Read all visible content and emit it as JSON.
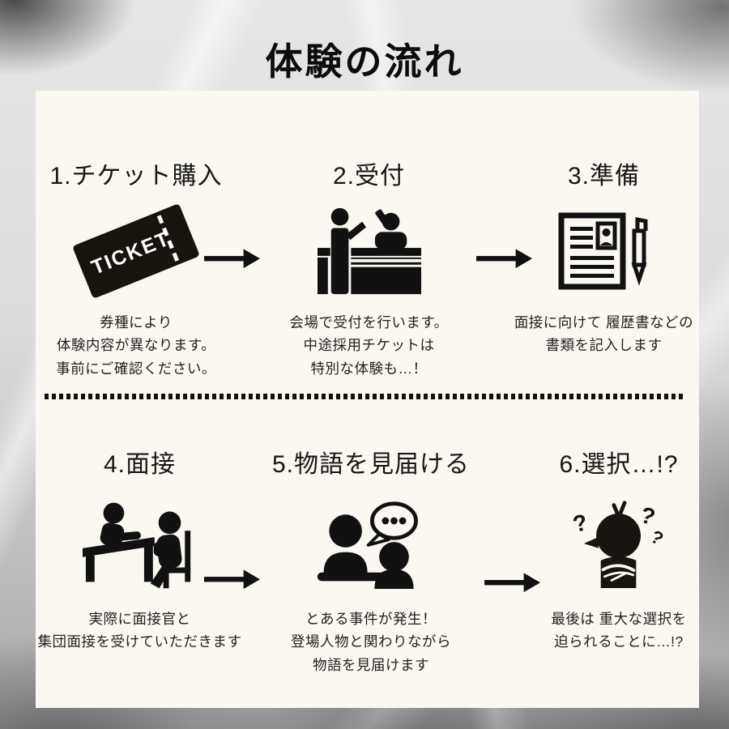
{
  "title": "体験の流れ",
  "ticket_label": "TICKET",
  "question_mark": "?",
  "colors": {
    "panel_bg": "#FAF8F0",
    "ink": "#111111",
    "background_gray": "#D9D9D9"
  },
  "steps": [
    {
      "heading": "1.チケット購入",
      "icon": "ticket-icon",
      "caption": "券種により\n体験内容が異なります。\n事前にご確認ください。"
    },
    {
      "heading": "2.受付",
      "icon": "reception-counter-icon",
      "caption": "会場で受付を行います。\n中途採用チケットは\n特別な体験も…！"
    },
    {
      "heading": "3.準備",
      "icon": "resume-and-pen-icon",
      "caption": "面接に向けて 履歴書などの\n書類を記入します"
    },
    {
      "heading": "4.面接",
      "icon": "interview-icon",
      "caption": "実際に面接官と\n集団面接を受けていただきます"
    },
    {
      "heading": "5.物語を見届ける",
      "icon": "conversation-icon",
      "caption": "とある事件が発生！\n登場人物と関わりながら\n物語を見届けます"
    },
    {
      "heading": "6.選択…!?",
      "icon": "confused-person-icon",
      "caption": "最後は 重大な選択を\n迫られることに…!?"
    }
  ]
}
